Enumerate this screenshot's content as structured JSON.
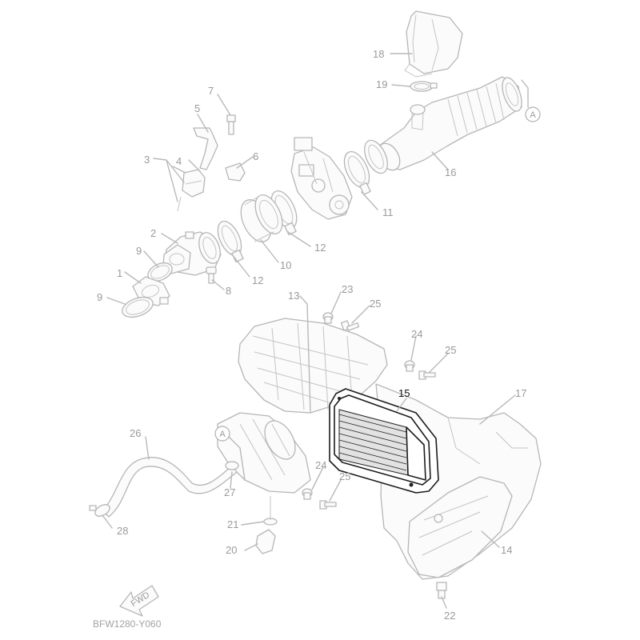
{
  "diagram": {
    "diagram_code": "BFW1280-Y060",
    "fwd_label": "FWD",
    "ref_marker": "A",
    "highlighted_part": "15",
    "callouts": [
      {
        "id": "c1",
        "label": "1"
      },
      {
        "id": "c2",
        "label": "2"
      },
      {
        "id": "c3",
        "label": "3"
      },
      {
        "id": "c4",
        "label": "4"
      },
      {
        "id": "c5",
        "label": "5"
      },
      {
        "id": "c6",
        "label": "6"
      },
      {
        "id": "c7",
        "label": "7"
      },
      {
        "id": "c8",
        "label": "8"
      },
      {
        "id": "c9a",
        "label": "9"
      },
      {
        "id": "c9b",
        "label": "9"
      },
      {
        "id": "c10",
        "label": "10"
      },
      {
        "id": "c11",
        "label": "11"
      },
      {
        "id": "c12a",
        "label": "12"
      },
      {
        "id": "c12b",
        "label": "12"
      },
      {
        "id": "c13",
        "label": "13"
      },
      {
        "id": "c14",
        "label": "14"
      },
      {
        "id": "c15",
        "label": "15"
      },
      {
        "id": "c16",
        "label": "16"
      },
      {
        "id": "c17",
        "label": "17"
      },
      {
        "id": "c18",
        "label": "18"
      },
      {
        "id": "c19",
        "label": "19"
      },
      {
        "id": "c20",
        "label": "20"
      },
      {
        "id": "c21",
        "label": "21"
      },
      {
        "id": "c22",
        "label": "22"
      },
      {
        "id": "c23",
        "label": "23"
      },
      {
        "id": "c24a",
        "label": "24"
      },
      {
        "id": "c24b",
        "label": "24"
      },
      {
        "id": "c25a",
        "label": "25"
      },
      {
        "id": "c25b",
        "label": "25"
      },
      {
        "id": "c26",
        "label": "26"
      },
      {
        "id": "c27",
        "label": "27"
      },
      {
        "id": "c28",
        "label": "28"
      }
    ],
    "colors": {
      "line": "#b9b9b9",
      "label": "#9a9a9a",
      "highlight": "#1c1c1c"
    }
  }
}
